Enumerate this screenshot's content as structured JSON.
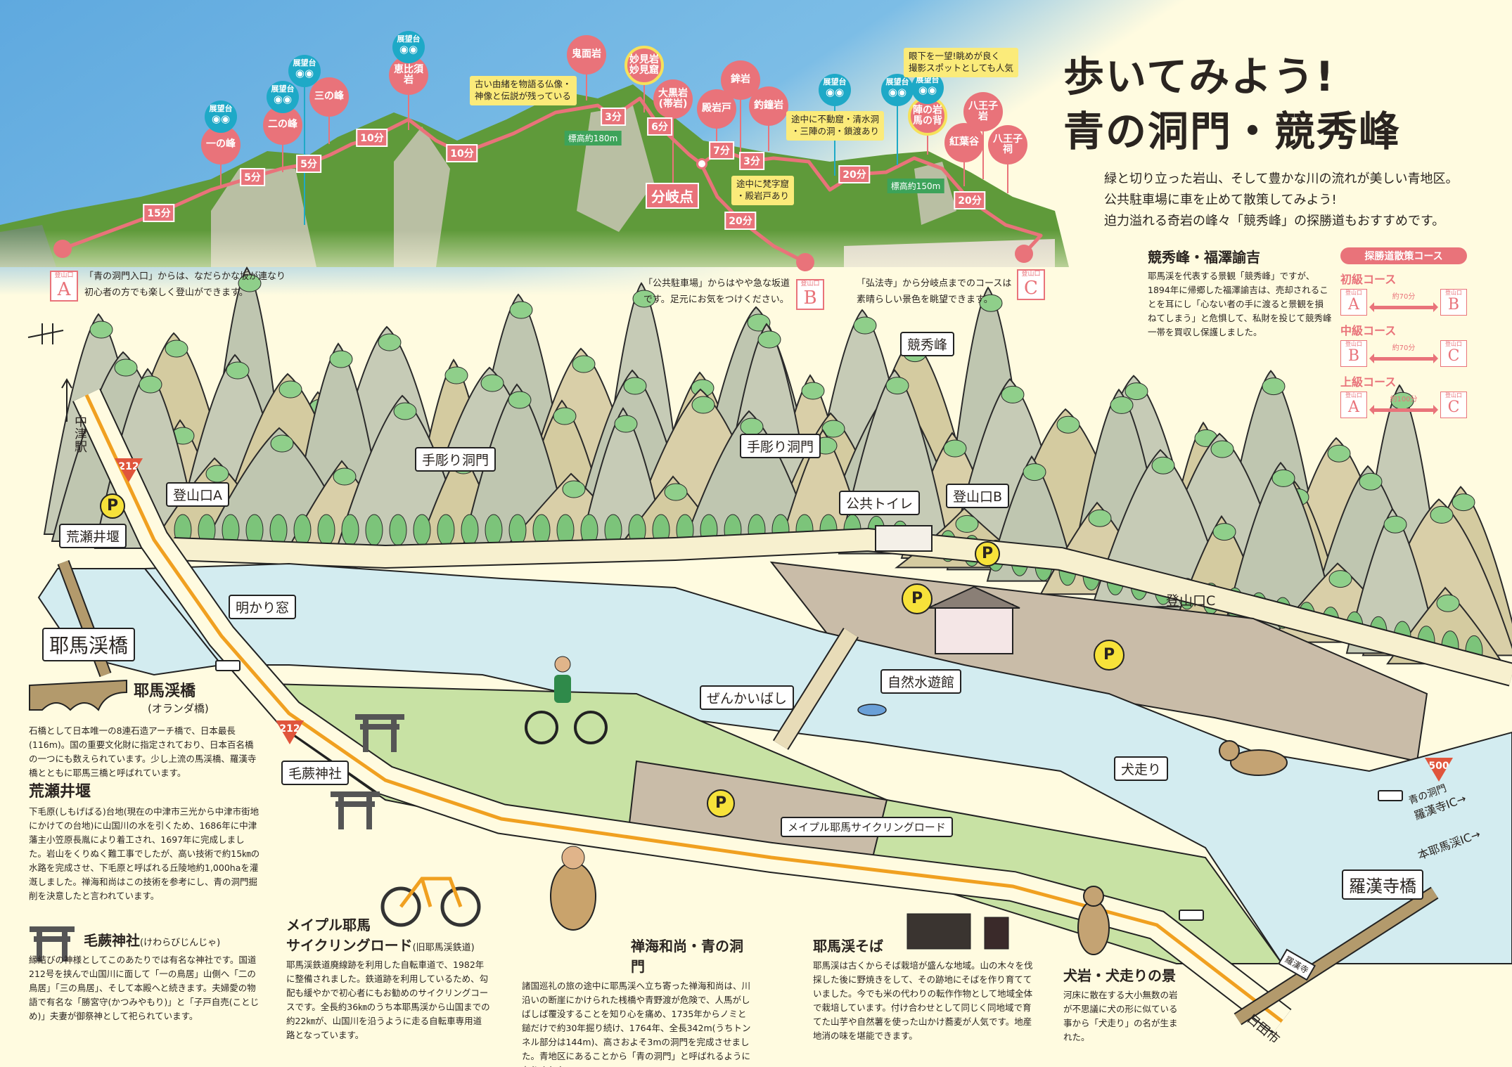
{
  "title": {
    "line1": "歩いてみよう!",
    "line2": "青の洞門・競秀峰"
  },
  "intro": [
    "緑と切り立った岩山、そして豊かな川の流れが美しい青地区。",
    "公共駐車場に車を止めて散策してみよう!",
    "迫力溢れる奇岩の峰々「競秀峰」の探勝道もおすすめです。"
  ],
  "panorama": {
    "lookout_label": "展望台",
    "pins": [
      {
        "label": "一の峰",
        "lookout": true
      },
      {
        "label": "二の峰",
        "lookout": true
      },
      {
        "label": null,
        "lookout": true
      },
      {
        "label": "三の峰",
        "lookout": false
      },
      {
        "label": "恵比須\n岩",
        "lookout": true
      },
      {
        "label": "鬼面岩",
        "lookout": false
      },
      {
        "label": "妙見岩\n妙見窟",
        "lookout": false,
        "highlight": true
      },
      {
        "label": "大黒岩\n(帯岩)",
        "lookout": false
      },
      {
        "label": "殿岩戸",
        "lookout": false
      },
      {
        "label": "鉾岩",
        "lookout": false
      },
      {
        "label": "釣鐘岩",
        "lookout": false
      },
      {
        "label": null,
        "lookout": true
      },
      {
        "label": null,
        "lookout": true
      },
      {
        "label": "陣の岩\n馬の背",
        "lookout": true,
        "highlight": true
      },
      {
        "label": "紅葉谷",
        "lookout": false
      },
      {
        "label": "八王子\n岩",
        "lookout": false
      },
      {
        "label": "八王子\n祠",
        "lookout": false
      }
    ],
    "times": [
      "15分",
      "5分",
      "5分",
      "10分",
      "10分",
      "3分",
      "6分",
      "7分",
      "3分",
      "20分",
      "20分",
      "20分"
    ],
    "notes": [
      "古い由緒を物語る仏像・\n神像と伝説が残っている",
      "途中に不動窟・清水洞\n・三陣の洞・鎖渡あり",
      "途中に梵字窟\n・殿岩戸あり",
      "眼下を一望!眺めが良く\n撮影スポットとしても人気"
    ],
    "elevations": [
      "標高約180m",
      "標高約150m"
    ],
    "junction": "分岐点",
    "trailhead_label": "登山口",
    "trailheads": [
      {
        "letter": "A",
        "lines": [
          "「青の洞門入口」からは、なだらかな坂が連なり",
          "初心者の方でも楽しく登山ができます。"
        ]
      },
      {
        "letter": "B",
        "lines": [
          "「公共駐車場」からはやや急な坂道",
          "です。足元にお気をつけください。"
        ]
      },
      {
        "letter": "C",
        "lines": [
          "「弘法寺」から分岐点までのコースは",
          "素晴らしい景色を眺望できます。"
        ]
      }
    ]
  },
  "fukuzawa": {
    "heading": "競秀峰・福澤諭吉",
    "body": "耶馬渓を代表する景観「競秀峰」ですが、1894年に帰郷した福澤諭吉は、売却されることを耳にし「心ない者の手に渡ると景観を損ねてしまう」と危惧して、私財を投じて競秀峰一帯を買収し保護しました。"
  },
  "courses": {
    "heading": "探勝道散策コース",
    "box_label": "登山口",
    "items": [
      {
        "name": "初級コース",
        "from": "A",
        "to": "B",
        "time": "約70分"
      },
      {
        "name": "中級コース",
        "from": "B",
        "to": "C",
        "time": "約70分"
      },
      {
        "name": "上級コース",
        "from": "A",
        "to": "C",
        "time": "約100分"
      }
    ]
  },
  "map": {
    "station": "中津駅",
    "route212": "212",
    "route500": "500",
    "parking": "P",
    "trailhead_a": "登山口A",
    "trailhead_b": "登山口B",
    "trailhead_c": "登山口C",
    "arase_weir": "荒瀬井堰",
    "tunnel1": "手彫り洞門",
    "tunnel2": "手彫り洞門",
    "light_window": "明かり窓",
    "yabakei_bridge": "耶馬渓橋",
    "kyoshuho": "競秀峰",
    "toilet": "公共トイレ",
    "zenkai_bridge": "ぜんかいばし",
    "nature_hall": "自然水遊館",
    "cycling_road": "メイプル耶馬サイクリングロード",
    "kewara_shrine": "毛蕨神社",
    "inuhashiri": "犬走り",
    "rakanji_bridge": "羅漢寺橋",
    "dir_aonodomon": "青の洞門",
    "dir_rakanji_ic": "羅漢寺IC→",
    "dir_honyabakei_ic": "本耶馬渓IC→",
    "dir_hita": "日田市",
    "rakanji_sign": "羅漢寺"
  },
  "articles": [
    {
      "title": "耶馬渓橋",
      "sub": "(オランダ橋)",
      "body": "石橋として日本唯一の8連石造アーチ橋で、日本最長(116m)。国の重要文化財に指定されており、日本百名橋の一つにも数えられています。少し上流の馬渓橋、羅漢寺橋とともに耶馬三橋と呼ばれています。"
    },
    {
      "title": "荒瀬井堰",
      "sub": "",
      "body": "下毛原(しもげばる)台地(現在の中津市三光から中津市街地にかけての台地)に山国川の水を引くため、1686年に中津藩主小笠原長胤により着工され、1697年に完成しました。岩山をくりぬく難工事でしたが、高い技術で約15㎞の水路を完成させ、下毛原と呼ばれる丘陵地約1,000haを灌漑しました。禅海和尚はこの技術を参考にし、青の洞門掘削を決意したと言われています。"
    },
    {
      "title": "毛蕨神社",
      "sub": "(けわらびじんじゃ)",
      "body": "縁結びの神様としてこのあたりでは有名な神社です。国道212号を挟んで山国川に面して「一の鳥居」山側へ「二の鳥居」「三の鳥居」、そして本殿へと続きます。夫婦愛の物語で有名な「勝宮守(かつみやもり)」と「子戸自売(ことじめ)」夫妻が御祭神として祀られています。"
    },
    {
      "title": "メイプル耶馬\nサイクリングロード",
      "sub": "(旧耶馬渓鉄道)",
      "body": "耶馬渓鉄道廃線跡を利用した自転車道で、1982年に整備されました。鉄道跡を利用しているため、勾配も緩やかで初心者にもお勧めのサイクリングコースです。全長約36㎞のうち本耶馬渓から山国までの約22㎞が、山国川を沿うように走る自転車専用道路となっています。"
    },
    {
      "title": "禅海和尚・青の洞門",
      "sub": "",
      "body": "諸国巡礼の旅の途中に耶馬渓へ立ち寄った禅海和尚は、川沿いの断崖にかけられた桟橋や青野渡が危険で、人馬がしばしば覆没することを知り心を痛め、1735年からノミと鎚だけで約30年掘り続け、1764年、全長342m(うちトンネル部分は144m)、高さおよそ3mの洞門を完成させました。青地区にあることから「青の洞門」と呼ばれるようになりました。"
    },
    {
      "title": "耶馬渓そば",
      "sub": "",
      "body": "耶馬渓は古くからそば栽培が盛んな地域。山の木々を伐採した後に野焼きをして、その跡地にそばを作り育てていました。今でも米の代わりの転作作物として地域全体で栽培しています。付け合わせとして同じく同地域で育てた山芋や自然薯を使った山かけ蕎麦が人気です。地産地消の味を堪能できます。"
    },
    {
      "title": "犬岩・犬走りの景",
      "sub": "",
      "body": "河床に散在する大小無数の岩が不思議に犬の形に似ている事から「犬走り」の名が生まれた。"
    }
  ],
  "colors": {
    "route": "#e9737a",
    "lookout": "#1ea9c7",
    "note": "#fbeb7a",
    "river": "#d3ecf0",
    "road_line": "#f0a020",
    "background": "#fffbe0",
    "field": "#c8e2a4"
  }
}
